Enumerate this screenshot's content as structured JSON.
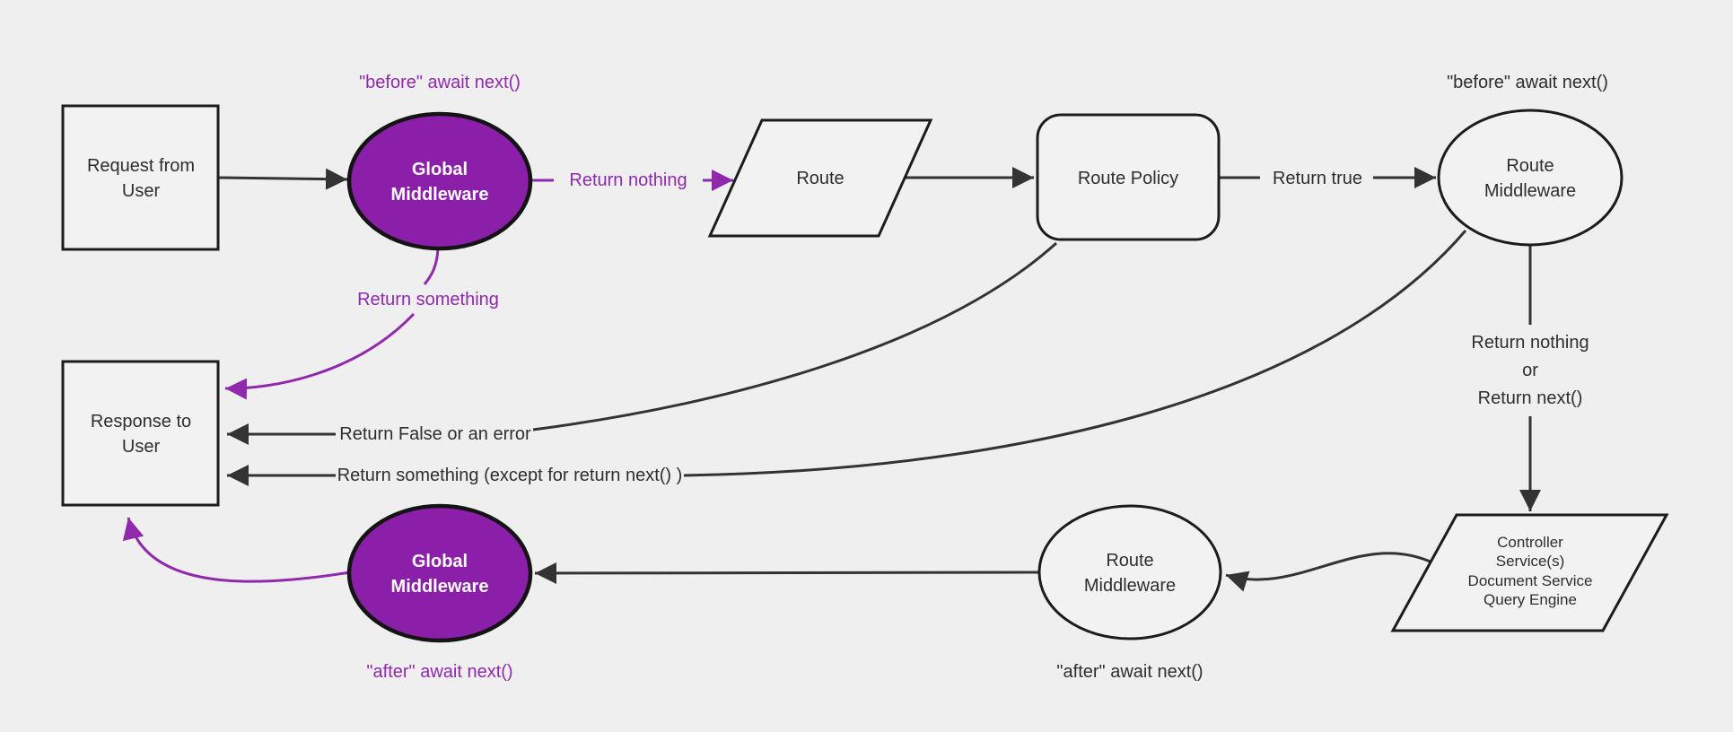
{
  "diagram_title": "middleware-request-lifecycle-flowchart",
  "colors": {
    "background": "#efefef",
    "node_fill": "#f2f2f2",
    "node_stroke": "#1c1c1c",
    "edge_dark": "#333333",
    "purple_fill": "#8b1fa9",
    "purple_accent": "#9029ab",
    "white_text": "#ffffff"
  },
  "nodes": {
    "request": {
      "lines": [
        "Request from",
        "User"
      ]
    },
    "global_middleware_top": {
      "lines": [
        "Global",
        "Middleware"
      ]
    },
    "route": {
      "label": "Route"
    },
    "route_policy": {
      "label": "Route Policy"
    },
    "route_middleware_top": {
      "lines": [
        "Route",
        "Middleware"
      ]
    },
    "controller": {
      "lines": [
        "Controller",
        "Service(s)",
        "Document Service",
        "Query Engine"
      ]
    },
    "route_middleware_bottom": {
      "lines": [
        "Route",
        "Middleware"
      ]
    },
    "global_middleware_bottom": {
      "lines": [
        "Global",
        "Middleware"
      ]
    },
    "response": {
      "lines": [
        "Response to",
        "User"
      ]
    }
  },
  "edge_labels": {
    "before_await_next_global": "\"before\" await next()",
    "return_nothing": "Return nothing",
    "return_true": "Return true",
    "before_await_next_route": "\"before\" await next()",
    "return_nothing_or": {
      "lines": [
        "Return nothing",
        "or",
        "Return next()"
      ]
    },
    "after_await_next_route": "\"after\" await next()",
    "after_await_next_global": "\"after\" await next()",
    "return_something": "Return something",
    "return_false_or_error": "Return False or an error",
    "return_something_except": "Return something (except for return next() )"
  }
}
